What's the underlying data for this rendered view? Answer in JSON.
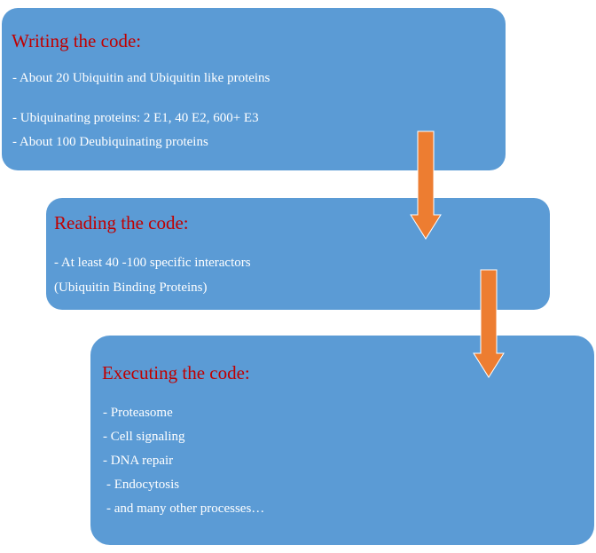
{
  "diagram": {
    "colors": {
      "box_fill": "#5b9bd5",
      "title_text": "#c00000",
      "body_text": "#ffffff",
      "arrow_fill": "#ed7d31"
    },
    "boxes": [
      {
        "title": "Writing the code:",
        "lines": [
          "- About 20 Ubiquitin  and Ubiquitin  like proteins",
          "- Ubiquinating  proteins: 2 E1, 40 E2, 600+ E3",
          "- About 100 Deubiquinating  proteins"
        ]
      },
      {
        "title": "Reading the code:",
        "lines": [
          "- At least 40 -100 specific interactors",
          "(Ubiquitin Binding  Proteins)"
        ]
      },
      {
        "title": "Executing the code:",
        "lines": [
          "- Proteasome",
          "- Cell signaling",
          "- DNA repair",
          " - Endocytosis",
          " - and many other processes…"
        ]
      }
    ],
    "arrows": [
      {
        "from": "Writing the code:",
        "to": "Reading the code:",
        "direction": "down"
      },
      {
        "from": "Reading the code:",
        "to": "Executing the code:",
        "direction": "down"
      }
    ]
  }
}
